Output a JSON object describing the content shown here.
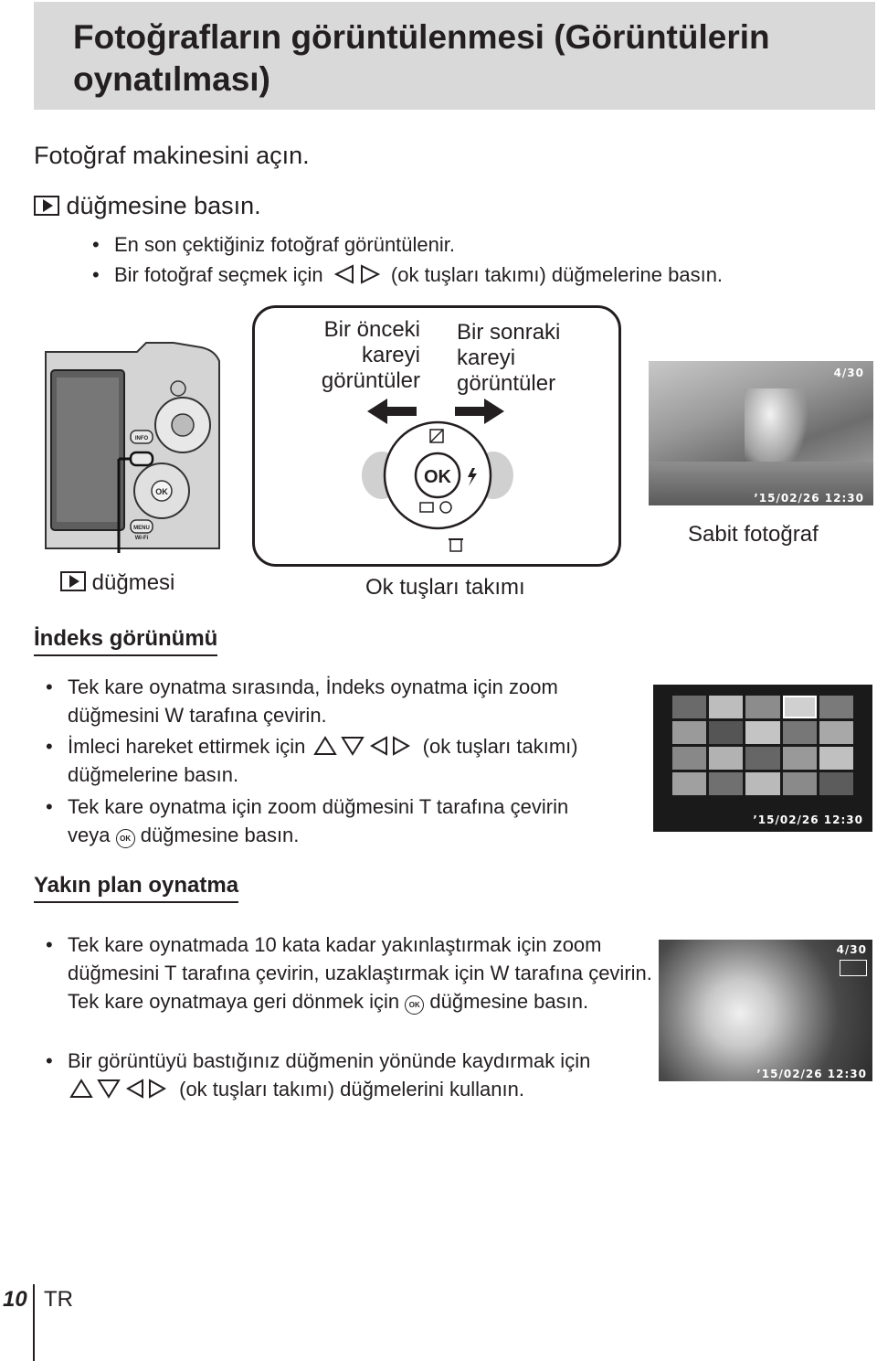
{
  "header": {
    "title": "Fotoğrafların görüntülenmesi (Görüntülerin oynatılması)"
  },
  "steps": {
    "step1": "Fotoğraf makinesini açın.",
    "step2": "düğmesine basın.",
    "bullets": [
      "En son çektiğiniz fotoğraf görüntülenir.",
      "Bir fotoğraf seçmek için",
      "(ok tuşları takımı) düğmelerine basın."
    ]
  },
  "diagram": {
    "prev_label": "Bir önceki kareyi görüntüler",
    "next_label": "Bir sonraki kareyi görüntüler",
    "ok_text": "OK",
    "button_label": "düğmesi",
    "arrow_pad_label": "Ok tuşları takımı",
    "photo_caption": "Sabit fotoğraf",
    "camera_buttons": {
      "info": "INFO",
      "menu": "MENU",
      "wifi": "Wi-Fi"
    },
    "photo_counter": "4/30",
    "photo_date": "’15/02/26  12:30"
  },
  "index_view": {
    "heading": "İndeks görünümü",
    "b1": "Tek kare oynatma sırasında, İndeks oynatma için zoom düğmesini W tarafına çevirin.",
    "b2a": "İmleci hareket ettirmek için",
    "b2b": "(ok tuşları takımı) düğmelerine basın.",
    "b3a": "Tek kare oynatma için zoom düğmesini T tarafına çevirin veya",
    "b3b": "düğmesine basın.",
    "date": "’15/02/26  12:30"
  },
  "closeup": {
    "heading": "Yakın plan oynatma",
    "b1a": "Tek kare oynatmada 10 kata kadar yakınlaştırmak için zoom düğmesini T tarafına çevirin, uzaklaştırmak için W tarafına çevirin. Tek kare oynatmaya geri dönmek için",
    "b1b": "düğmesine basın.",
    "b2a": "Bir görüntüyü bastığınız düğmenin yönünde kaydırmak için",
    "b2b": "(ok tuşları takımı) düğmelerini kullanın.",
    "counter": "4/30",
    "date": "’15/02/26  12:30"
  },
  "footer": {
    "page_number": "10",
    "lang": "TR"
  },
  "ok_icon_text": "OK",
  "icons": [
    "play-icon",
    "left-right-arrows-icon",
    "up-down-left-right-arrows-icon",
    "ok-circle-icon",
    "trash-icon",
    "flash-icon",
    "exposure-icon"
  ]
}
